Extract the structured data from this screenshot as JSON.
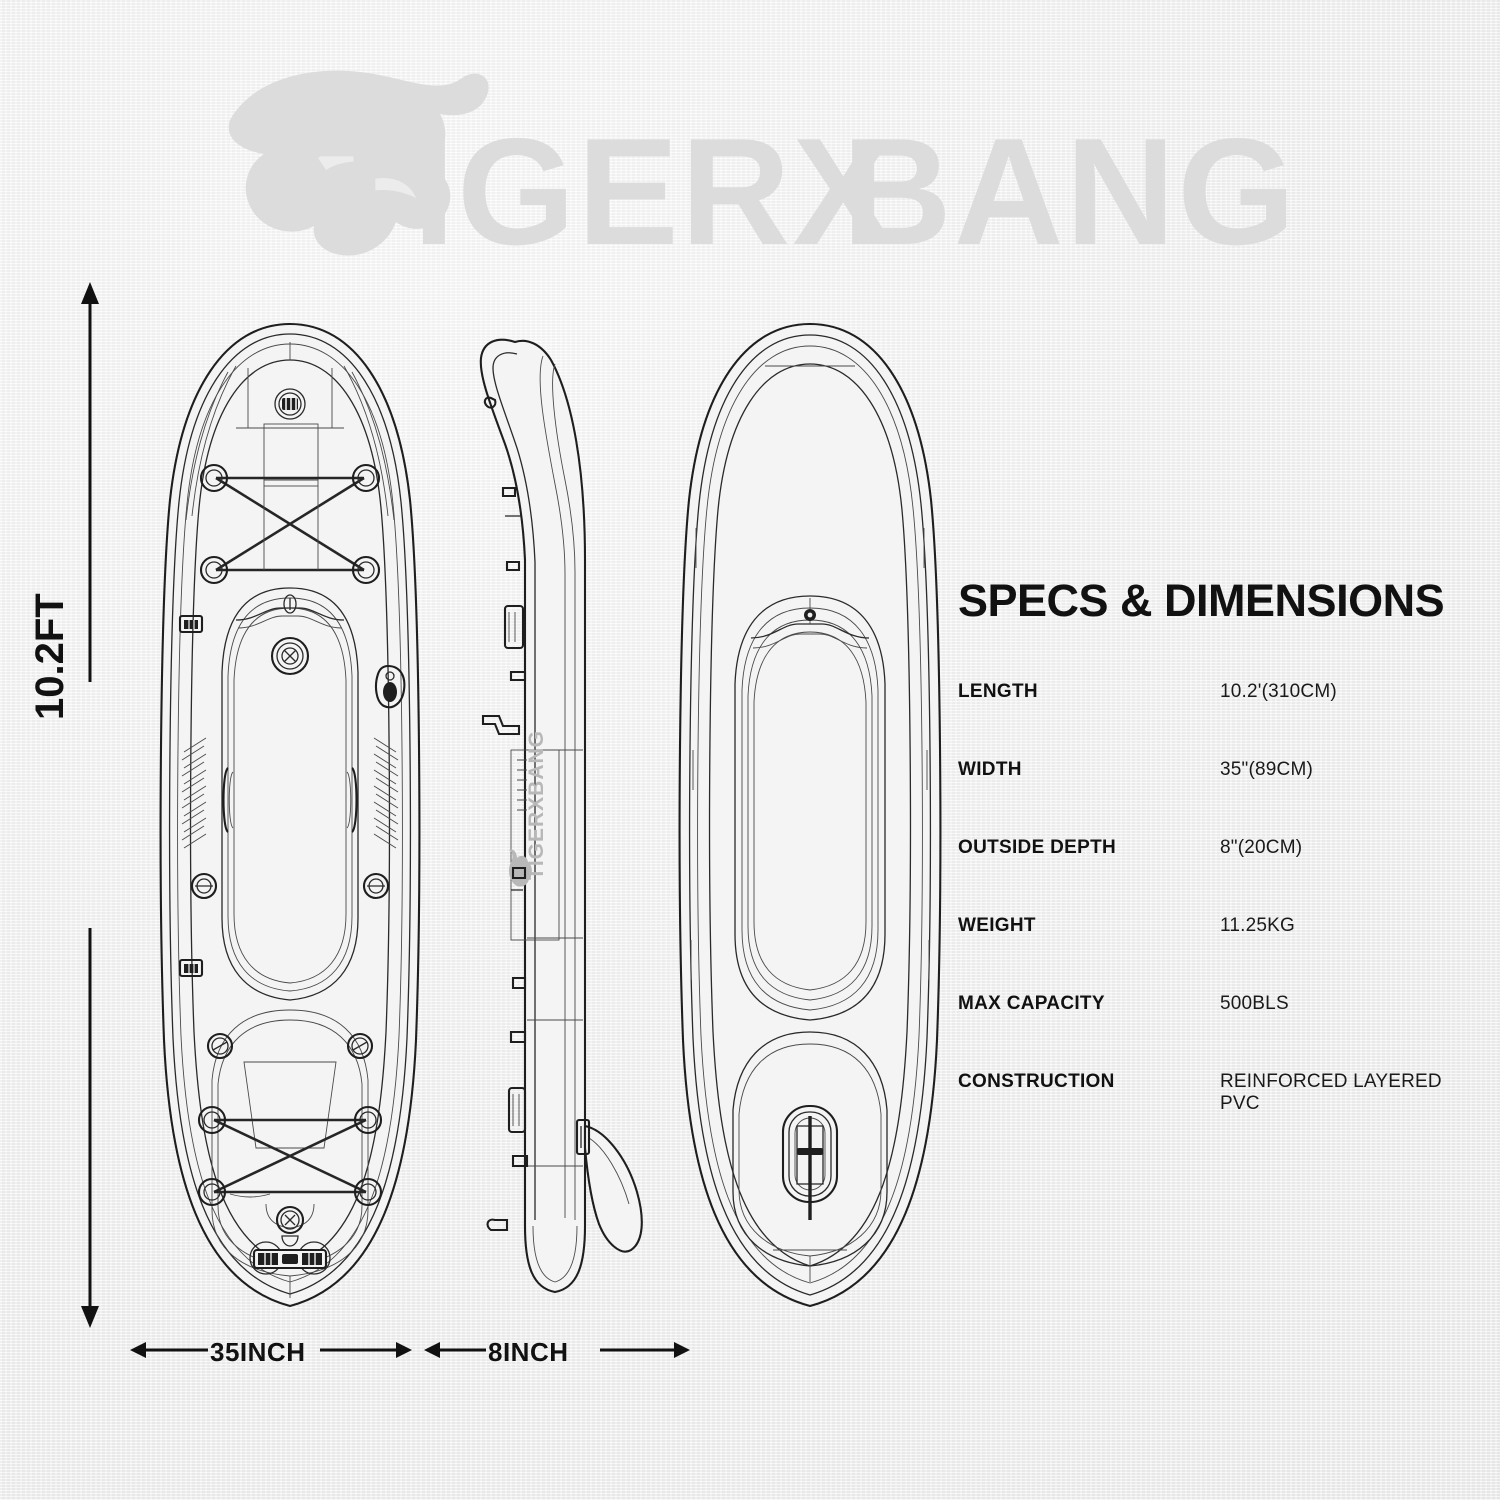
{
  "background_color": "#f1f1f1",
  "ink_color": "#2a2a2a",
  "watermark": {
    "brand": "TIGERXBANG",
    "color": "#dcdcdc",
    "icon": "tiger-head-logo"
  },
  "dimensions": {
    "vertical_label": "10.2FT",
    "horizontal_labels": [
      "35INCH",
      "8INCH"
    ]
  },
  "views": {
    "top": "top-view-deck",
    "side": "side-profile-view",
    "bottom": "bottom-hull-view",
    "side_rail_brand": "TIGERXBANG"
  },
  "specs": {
    "title": "SPECS & DIMENSIONS",
    "rows": [
      {
        "label": "LENGTH",
        "value": "10.2'(310CM)"
      },
      {
        "label": "WIDTH",
        "value": "35\"(89CM)"
      },
      {
        "label": "OUTSIDE DEPTH",
        "value": "8\"(20CM)"
      },
      {
        "label": "WEIGHT",
        "value": "11.25KG"
      },
      {
        "label": "MAX CAPACITY",
        "value": "500BLS"
      },
      {
        "label": "CONSTRUCTION",
        "value": "REINFORCED LAYERED PVC"
      }
    ]
  }
}
